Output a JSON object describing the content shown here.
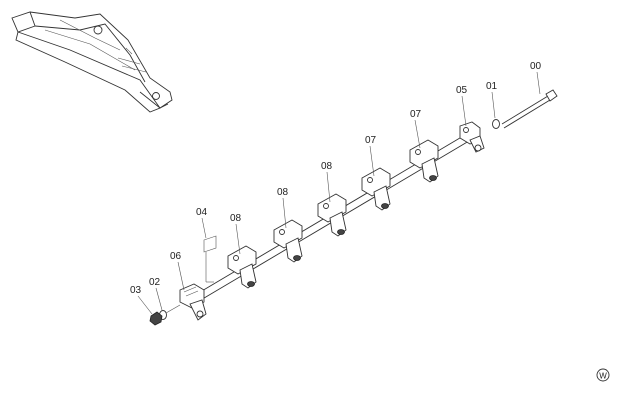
{
  "callouts": [
    {
      "label": "00"
    },
    {
      "label": "01"
    },
    {
      "label": "05"
    },
    {
      "label": "07"
    },
    {
      "label": "07"
    },
    {
      "label": "08"
    },
    {
      "label": "08"
    },
    {
      "label": "08"
    },
    {
      "label": "04"
    },
    {
      "label": "06"
    },
    {
      "label": "02"
    },
    {
      "label": "03"
    }
  ],
  "corner_mark": "W"
}
